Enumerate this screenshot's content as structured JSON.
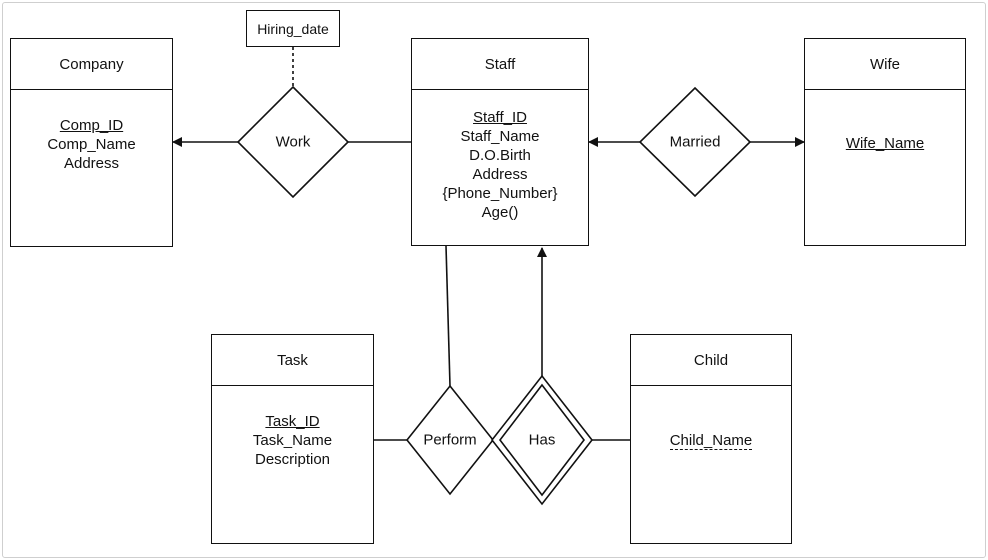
{
  "entities": {
    "company": {
      "title": "Company",
      "attributes": [
        "Comp_ID",
        "Comp_Name",
        "Address"
      ]
    },
    "staff": {
      "title": "Staff",
      "attributes": [
        "Staff_ID",
        "Staff_Name",
        "D.O.Birth",
        "Address",
        "{Phone_Number}",
        "Age()"
      ]
    },
    "wife": {
      "title": "Wife",
      "attributes": [
        "Wife_Name"
      ]
    },
    "task": {
      "title": "Task",
      "attributes": [
        "Task_ID",
        "Task_Name",
        "Description"
      ]
    },
    "child": {
      "title": "Child",
      "attributes": [
        "Child_Name"
      ]
    }
  },
  "relationships": {
    "work": "Work",
    "married": "Married",
    "perform": "Perform",
    "has": "Has"
  },
  "relationship_attribute": "Hiring_date"
}
